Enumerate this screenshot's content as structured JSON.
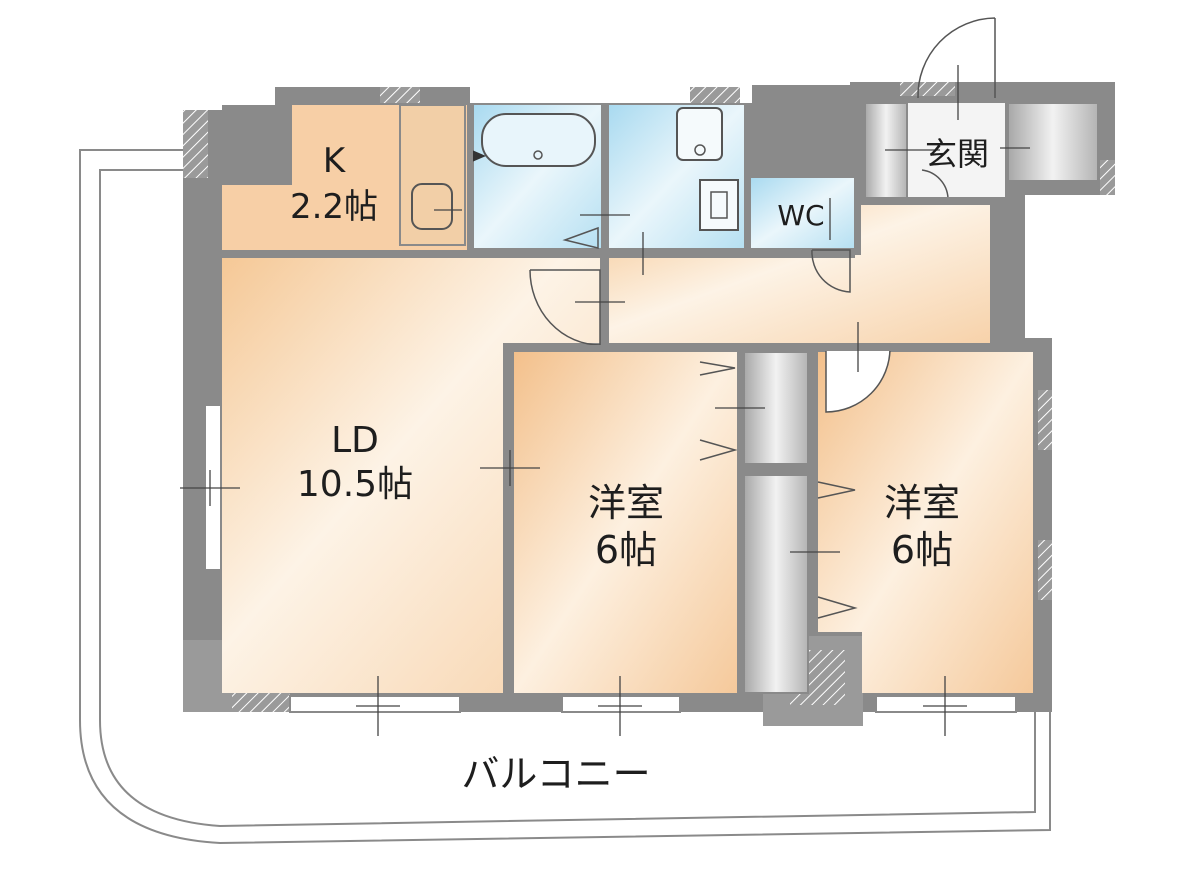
{
  "rooms": {
    "kitchen": {
      "name": "K",
      "size": "2.2帖"
    },
    "ld": {
      "name": "LD",
      "size": "10.5帖"
    },
    "western1": {
      "name": "洋室",
      "size": "6帖"
    },
    "western2": {
      "name": "洋室",
      "size": "6帖"
    },
    "wc": {
      "name": "WC"
    },
    "entrance": {
      "name": "玄関"
    },
    "balcony": {
      "name": "バルコニー"
    }
  },
  "colors": {
    "wall": "#8a8a8a",
    "room_warm": "#f6cfa4",
    "room_light": "#fdf4ea",
    "kitchen": "#f7cfa6",
    "wet_area": "#cfe9f4",
    "storage": "#bdbdbd"
  }
}
